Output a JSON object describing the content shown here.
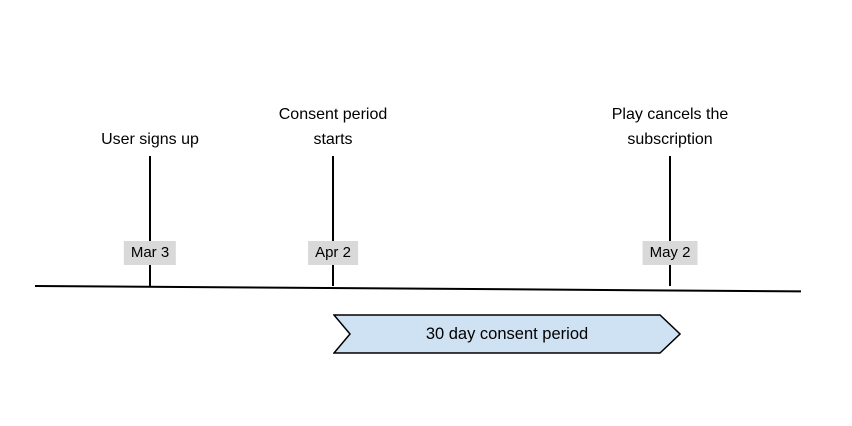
{
  "diagram": {
    "events": [
      {
        "label": "User signs up",
        "date": "Mar 3"
      },
      {
        "label": "Consent period starts",
        "date": "Apr 2"
      },
      {
        "label": "Play cancels the subscription",
        "date": "May 2"
      }
    ],
    "consent_arrow": {
      "label": "30 day consent period",
      "fill": "#cfe2f3",
      "stroke": "#000000"
    },
    "styles": {
      "date_badge_bg": "#d9d9d9",
      "timeline_color": "#000000"
    }
  }
}
